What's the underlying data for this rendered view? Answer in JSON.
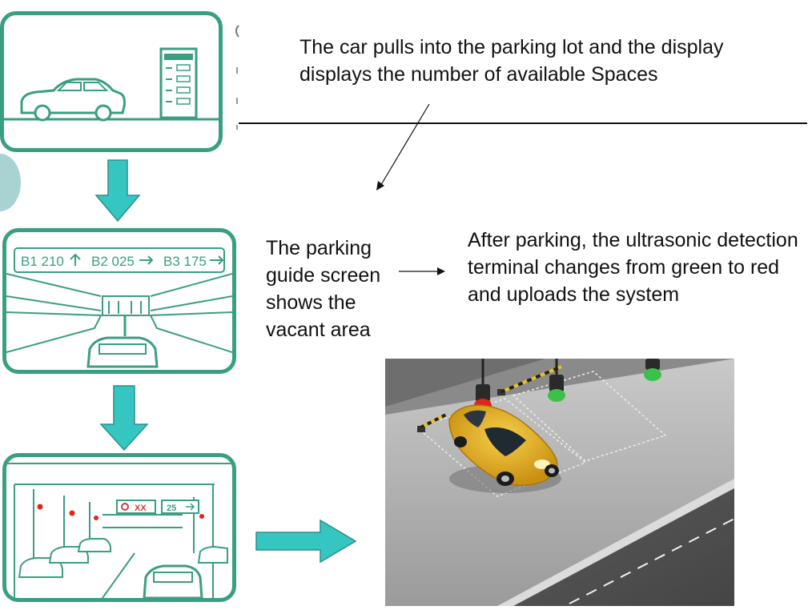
{
  "captions": {
    "entry": "The car pulls into the parking lot and the display displays the number of available Spaces",
    "guide": "The parking guide screen shows the vacant area",
    "after": "After parking, the ultrasonic detection terminal changes from green to red and uploads the system"
  },
  "guide_sign": {
    "b1": "B1 210",
    "b2": "B2 025",
    "b3": "B3 175"
  },
  "aisle_sign": {
    "left": "XX",
    "right": "25"
  },
  "colors": {
    "panel_stroke": "#3a9e82",
    "flow_arrow": "#35c6c2",
    "sensor_occupied": "#e0251b",
    "sensor_vacant": "#3cc04a",
    "car_body": "#e8b21e"
  }
}
